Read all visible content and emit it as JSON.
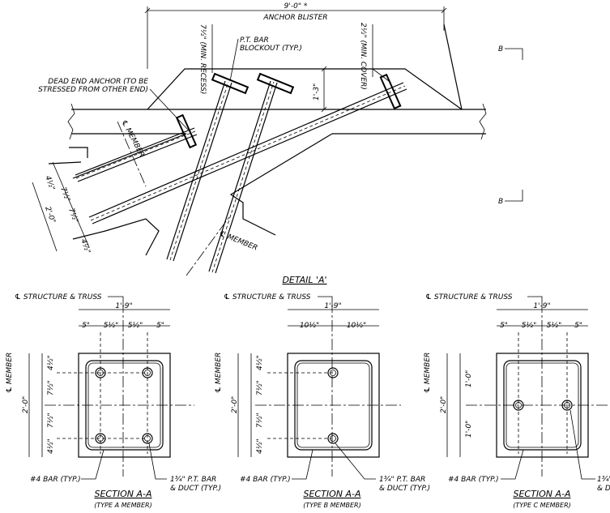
{
  "detail": {
    "title": "DETAIL 'A'",
    "dim_top": "9'-0\" *",
    "anchor_blister": "ANCHOR BLISTER",
    "recess_dim": "7½\" (MIN. RECESS)",
    "cover_dim": "2½\" (MIN. COVER)",
    "pt_bar_blockout": [
      "P.T. BAR",
      "BLOCKOUT (TYP.)"
    ],
    "dead_end_anchor": [
      "DEAD END ANCHOR (TO BE",
      "STRESSED FROM OTHER END)"
    ],
    "depth_dim": "1'-3\"",
    "member_cl_1": "℄ MEMBER",
    "member_cl_2": "℄ MEMBER",
    "left_dims": [
      "4½\"",
      "7½\"",
      "7½\"",
      "4½\""
    ],
    "left_total": "2'-0\"",
    "section_mark": "B"
  },
  "sections": [
    {
      "cl_structure": "℄ STRUCTURE & TRUSS",
      "overall": "1'-9\"",
      "top_dims": [
        "5\"",
        "5½\"",
        "5½\"",
        "5\""
      ],
      "side_dims": [
        "4½\"",
        "7½\"",
        "7½\"",
        "4½\""
      ],
      "side_total": "2'-0\"",
      "cl_member": "℄ MEMBER",
      "bar_label": "#4 BAR (TYP.)",
      "pt_label": [
        "1¾\" P.T. BAR",
        "& DUCT (TYP.)"
      ],
      "title": "SECTION A-A",
      "subtitle": "(TYPE A MEMBER)"
    },
    {
      "cl_structure": "℄ STRUCTURE & TRUSS",
      "overall": "1'-9\"",
      "top_dims": [
        "10½\"",
        "10½\""
      ],
      "side_dims": [
        "4½\"",
        "7½\"",
        "7½\"",
        "4½\""
      ],
      "side_total": "2'-0\"",
      "cl_member": "℄ MEMBER",
      "bar_label": "#4 BAR (TYP.)",
      "pt_label": [
        "1¾\" P.T. BAR",
        "& DUCT (TYP.)"
      ],
      "title": "SECTION A-A",
      "subtitle": "(TYPE B MEMBER)"
    },
    {
      "cl_structure": "℄ STRUCTURE & TRUSS",
      "overall": "1'-9\"",
      "top_dims": [
        "5\"",
        "5½\"",
        "5½\"",
        "5\""
      ],
      "side_dims": [
        "1'-0\"",
        "1'-0\""
      ],
      "side_total": "2'-0\"",
      "cl_member": "℄ MEMBER",
      "bar_label": "#4 BAR (TYP.)",
      "pt_label": [
        "1¾\"",
        "& D"
      ],
      "title": "SECTION A-A",
      "subtitle": "(TYPE C MEMBER)"
    }
  ]
}
